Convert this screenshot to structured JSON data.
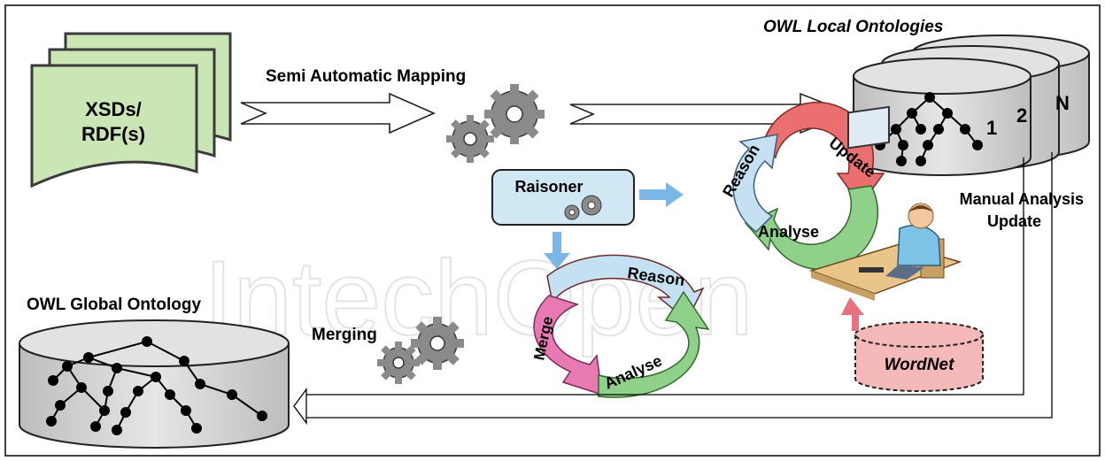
{
  "documents": {
    "label_line1": "XSDs/",
    "label_line2": "RDF(s)"
  },
  "mapping": {
    "label": "Semi Automatic Mapping"
  },
  "local_ontologies": {
    "title": "OWL Local Ontologies",
    "instance_labels": [
      "1",
      "2",
      "N"
    ]
  },
  "reasoner": {
    "label": "Raisoner"
  },
  "update_cycle": {
    "update": "Update",
    "reason": "Reason",
    "analyse": "Analyse"
  },
  "manual": {
    "line1": "Manual Analysis",
    "line2": "Update"
  },
  "merge_cycle": {
    "reason": "Reason",
    "merge": "Merge",
    "analyse": "Analyse"
  },
  "merging": {
    "label": "Merging"
  },
  "global_ontology": {
    "title": "OWL Global Ontology"
  },
  "wordnet": {
    "label": "WordNet"
  },
  "watermark": "IntechOpen",
  "colors": {
    "doc_fill": "#c9e6b4",
    "doc_stroke": "#3b3b3b",
    "db_fill": "#d9d9d9",
    "reasoner_fill": "#cfe8f3",
    "update_red": "#ec6f6f",
    "reason_blue": "#c5e1f1",
    "analyse_green": "#8fd08a",
    "merge_pink": "#e77ab3",
    "wordnet_pink": "#f6b9b9",
    "blue_arrow": "#7ab7e6"
  }
}
